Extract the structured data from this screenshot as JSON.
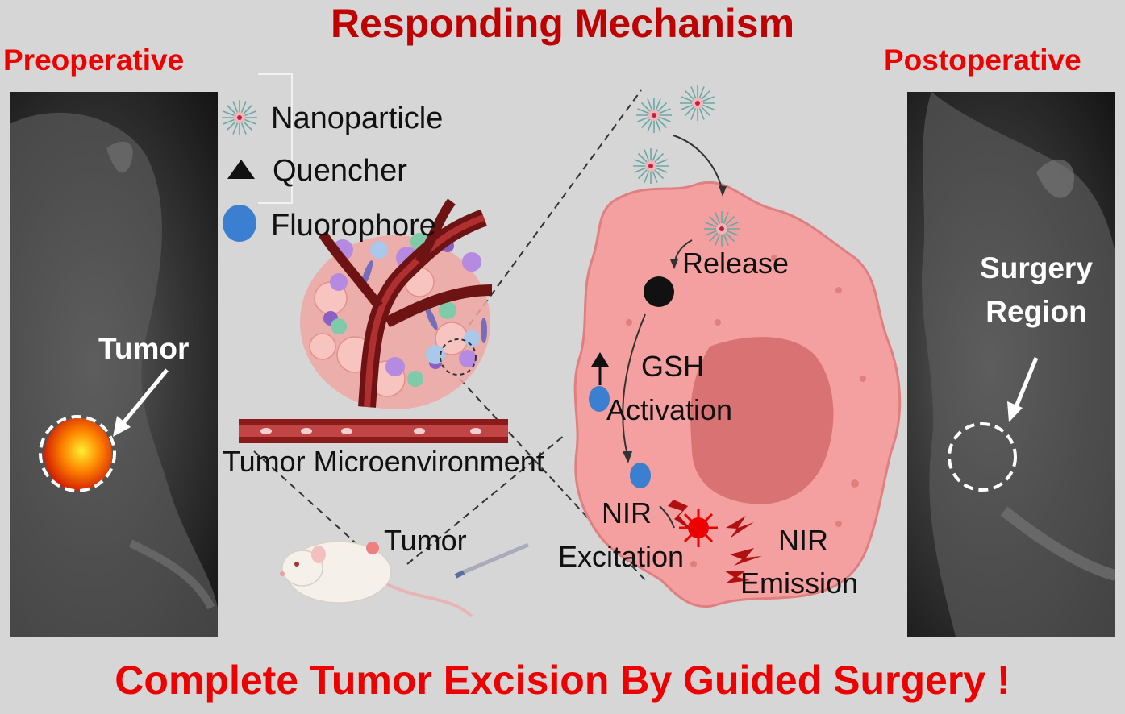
{
  "header": {
    "title": "Responding Mechanism"
  },
  "preoperative": {
    "title": "Preoperative",
    "tumor_label": "Tumor"
  },
  "postoperative": {
    "title": "Postoperative",
    "region_label_line1": "Surgery",
    "region_label_line2": "Region"
  },
  "legend": {
    "nanoparticle": "Nanoparticle",
    "quencher": "Quencher",
    "fluorophore": "Fluorophore"
  },
  "microenvironment": {
    "label": "Tumor Microenvironment",
    "mouse_tumor_label": "Tumor"
  },
  "cell": {
    "release": "Release",
    "gsh_line1": "GSH",
    "gsh_line2": "Activation",
    "nir_excitation_line1": "NIR",
    "nir_excitation_line2": "Excitation",
    "nir_emission_line1": "NIR",
    "nir_emission_line2": "Emission"
  },
  "footer": {
    "text": "Complete Tumor Excision By Guided Surgery !"
  },
  "colors": {
    "title_red": "#c00000",
    "accent_red": "#ee0000",
    "cell_pink": "#f4a0a0",
    "nucleus": "#d97272",
    "fluorophore_blue": "#3a7fd0",
    "vessel": "#8b1a1a"
  }
}
